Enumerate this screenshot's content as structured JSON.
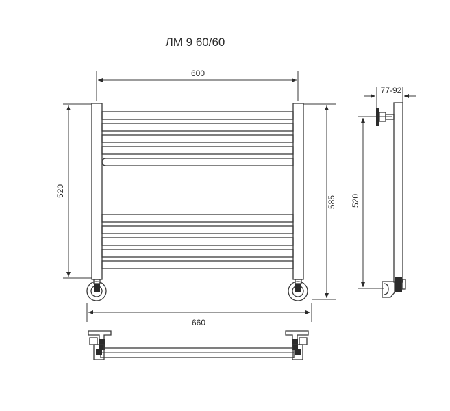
{
  "title": "ЛМ 9 60/60",
  "dimensions": {
    "width_rail": "600",
    "height_left": "520",
    "height_total": "585",
    "width_total": "660",
    "side_depth": "77-92",
    "side_height": "520"
  }
}
